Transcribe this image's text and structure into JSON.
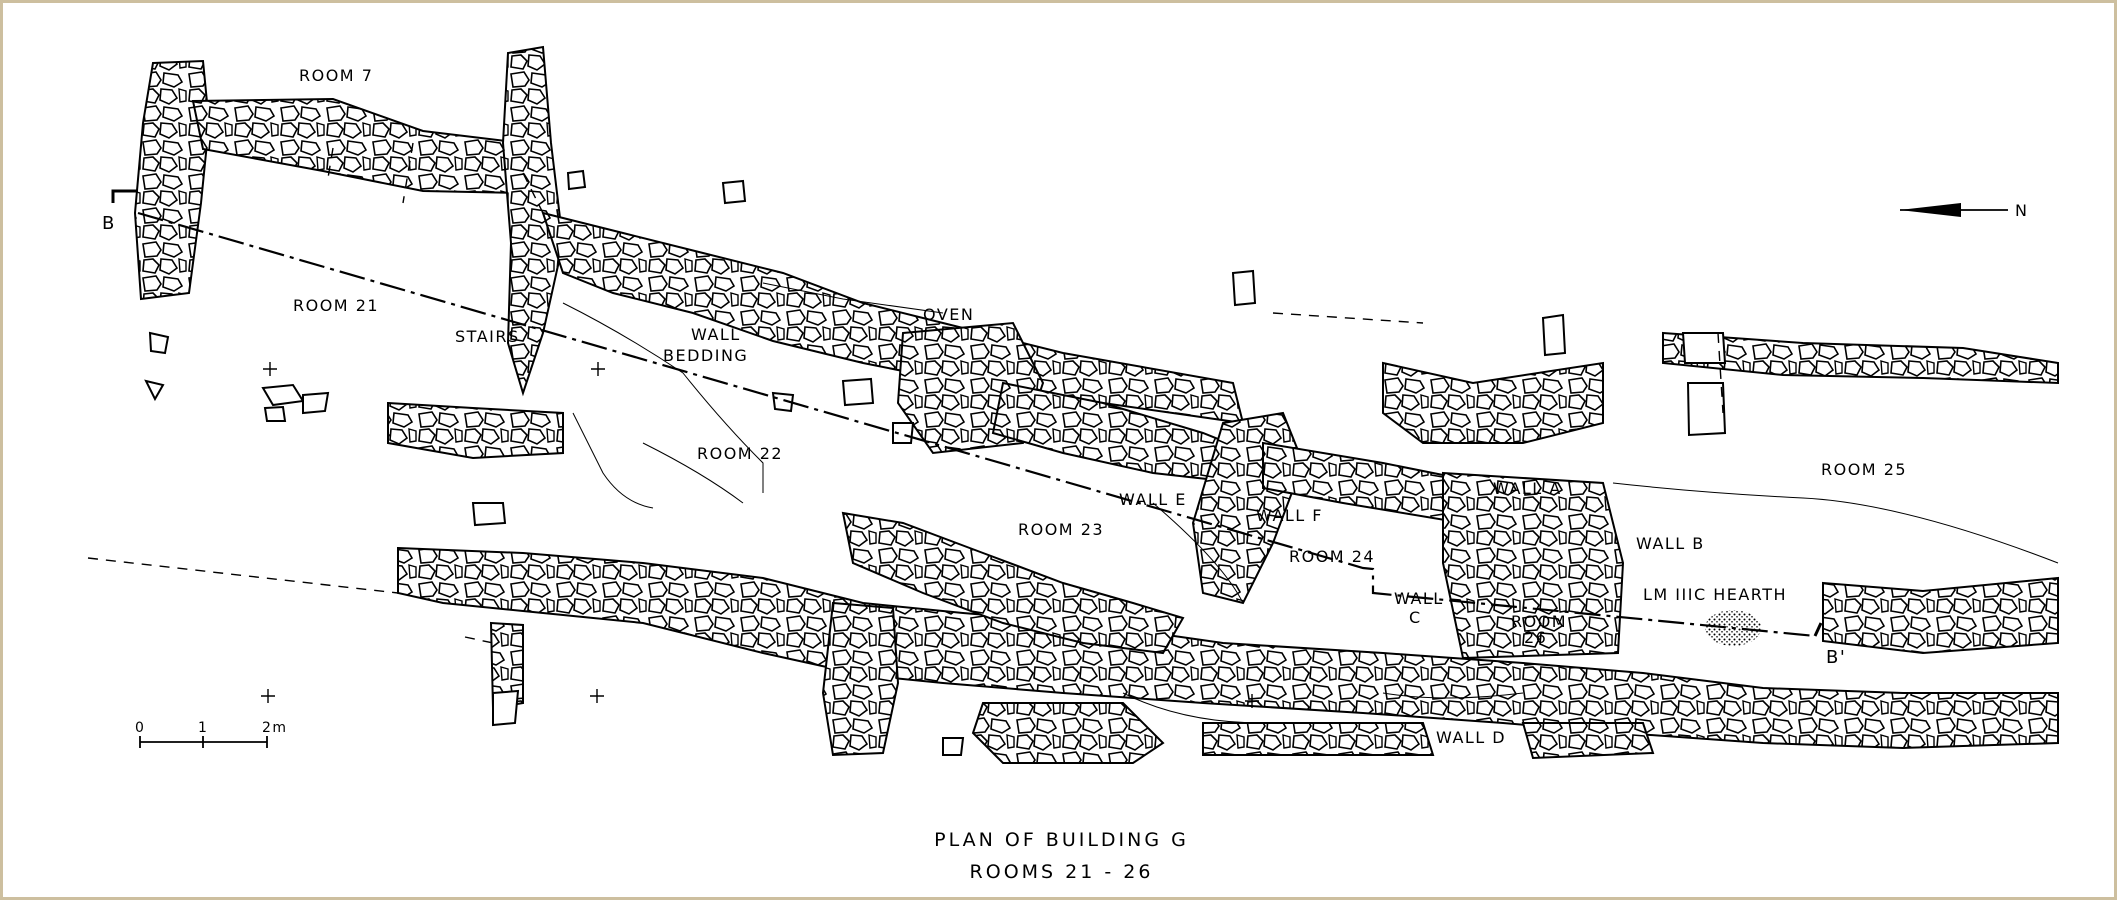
{
  "labels": {
    "room7": "ROOM 7",
    "room21": "ROOM 21",
    "stairs": "STAIRS",
    "wall_bedding_1": "WALL",
    "wall_bedding_2": "BEDDING",
    "oven": "OVEN",
    "room22": "ROOM 22",
    "room23": "ROOM 23",
    "wall_e": "WALL E",
    "wall_f": "WALL F",
    "room24": "ROOM 24",
    "wall_a": "WALL A",
    "wall_b": "WALL B",
    "wall_c_1": "WALL",
    "wall_c_2": "C",
    "room26_1": "ROOM",
    "room26_2": "26",
    "hearth": "LM IIIC HEARTH",
    "room25": "ROOM 25",
    "wall_d": "WALL D",
    "section_b": "B",
    "section_b_prime": "B'",
    "north": "N"
  },
  "scale_bar": {
    "t0": "0",
    "t1": "1",
    "t2": "2m"
  },
  "title": {
    "line1": "PLAN OF BUILDING G",
    "line2": "ROOMS 21 - 26"
  }
}
